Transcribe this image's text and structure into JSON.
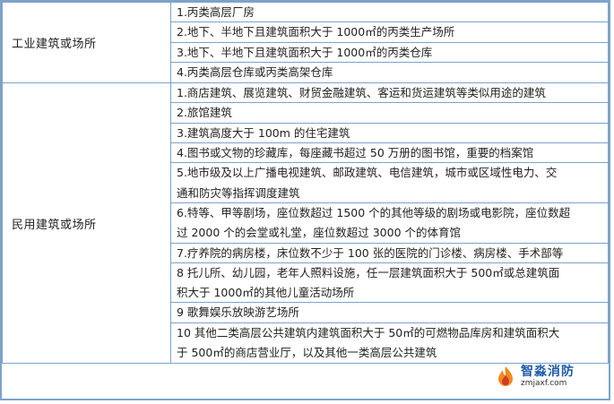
{
  "rows": [
    {
      "category": "工业建筑或场所",
      "items": [
        "1.丙类高层厂房",
        "2.地下、半地下且建筑面积大于 1000㎡的丙类生产场所",
        "3.地下、半地下且建筑面积大于 1000㎡的丙类仓库",
        "4.丙类高层仓库或丙类高架仓库"
      ]
    },
    {
      "category": "民用建筑或场所",
      "items": [
        "1.商店建筑、展览建筑、财贸金融建筑、客运和货运建筑等类似用途的建筑",
        "2.旅馆建筑",
        "3.建筑高度大于 100m 的住宅建筑",
        "4.图书或文物的珍藏库，每座藏书超过 50 万册的图书馆，重要的档案馆",
        "5.地市级及以上广播电视建筑、邮政建筑、电信建筑，城市或区域性电力、交",
        "通和防灾等指挥调度建筑",
        "6.特等、甲等剧场，座位数超过 1500 个的其他等级的剧场或电影院，座位数超",
        "过 2000 个的会堂或礼堂，座位数超过 3000 个的体育馆",
        "7.疗养院的病房楼，床位数不少于 100 张的医院的门诊楼、病房楼、手术部等",
        "8 托儿所、幼儿园，老年人照料设施，任一层建筑面积大于 500㎡或总建筑面",
        "积大于 1000㎡的其他儿童活动场所",
        "9 歌舞娱乐放映游艺场所",
        "10 其他二类高层公共建筑内建筑面积大于 50㎡的可燃物品库房和建筑面积大",
        "于 500㎡的商店营业厅，以及其他一类高层公共建筑"
      ]
    }
  ],
  "watermark": {
    "name": "智淼消防",
    "url": "zmjaxf.com"
  },
  "colors": {
    "border": "#7da3c9",
    "text": "#222222",
    "brand": "#1e5aa8",
    "logo_orange": "#f08a1c",
    "logo_red": "#d23a2a"
  }
}
